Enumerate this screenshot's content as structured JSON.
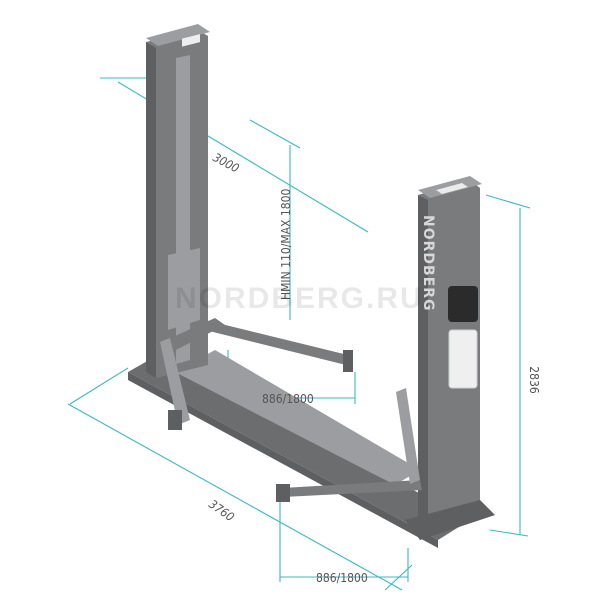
{
  "brand_vertical": "NORDBERG",
  "watermark": "NORDBERG.RU",
  "dimensions": {
    "top_width": "3000",
    "base_width": "3760",
    "height_total": "2836",
    "lift_height": "HMIN 110/MAX 1800",
    "arm_upper": "886/1800",
    "arm_lower": "886/1800"
  },
  "colors": {
    "steel": "#7a7b7d",
    "dimension_line": "#39b8c8",
    "text": "#555555"
  }
}
